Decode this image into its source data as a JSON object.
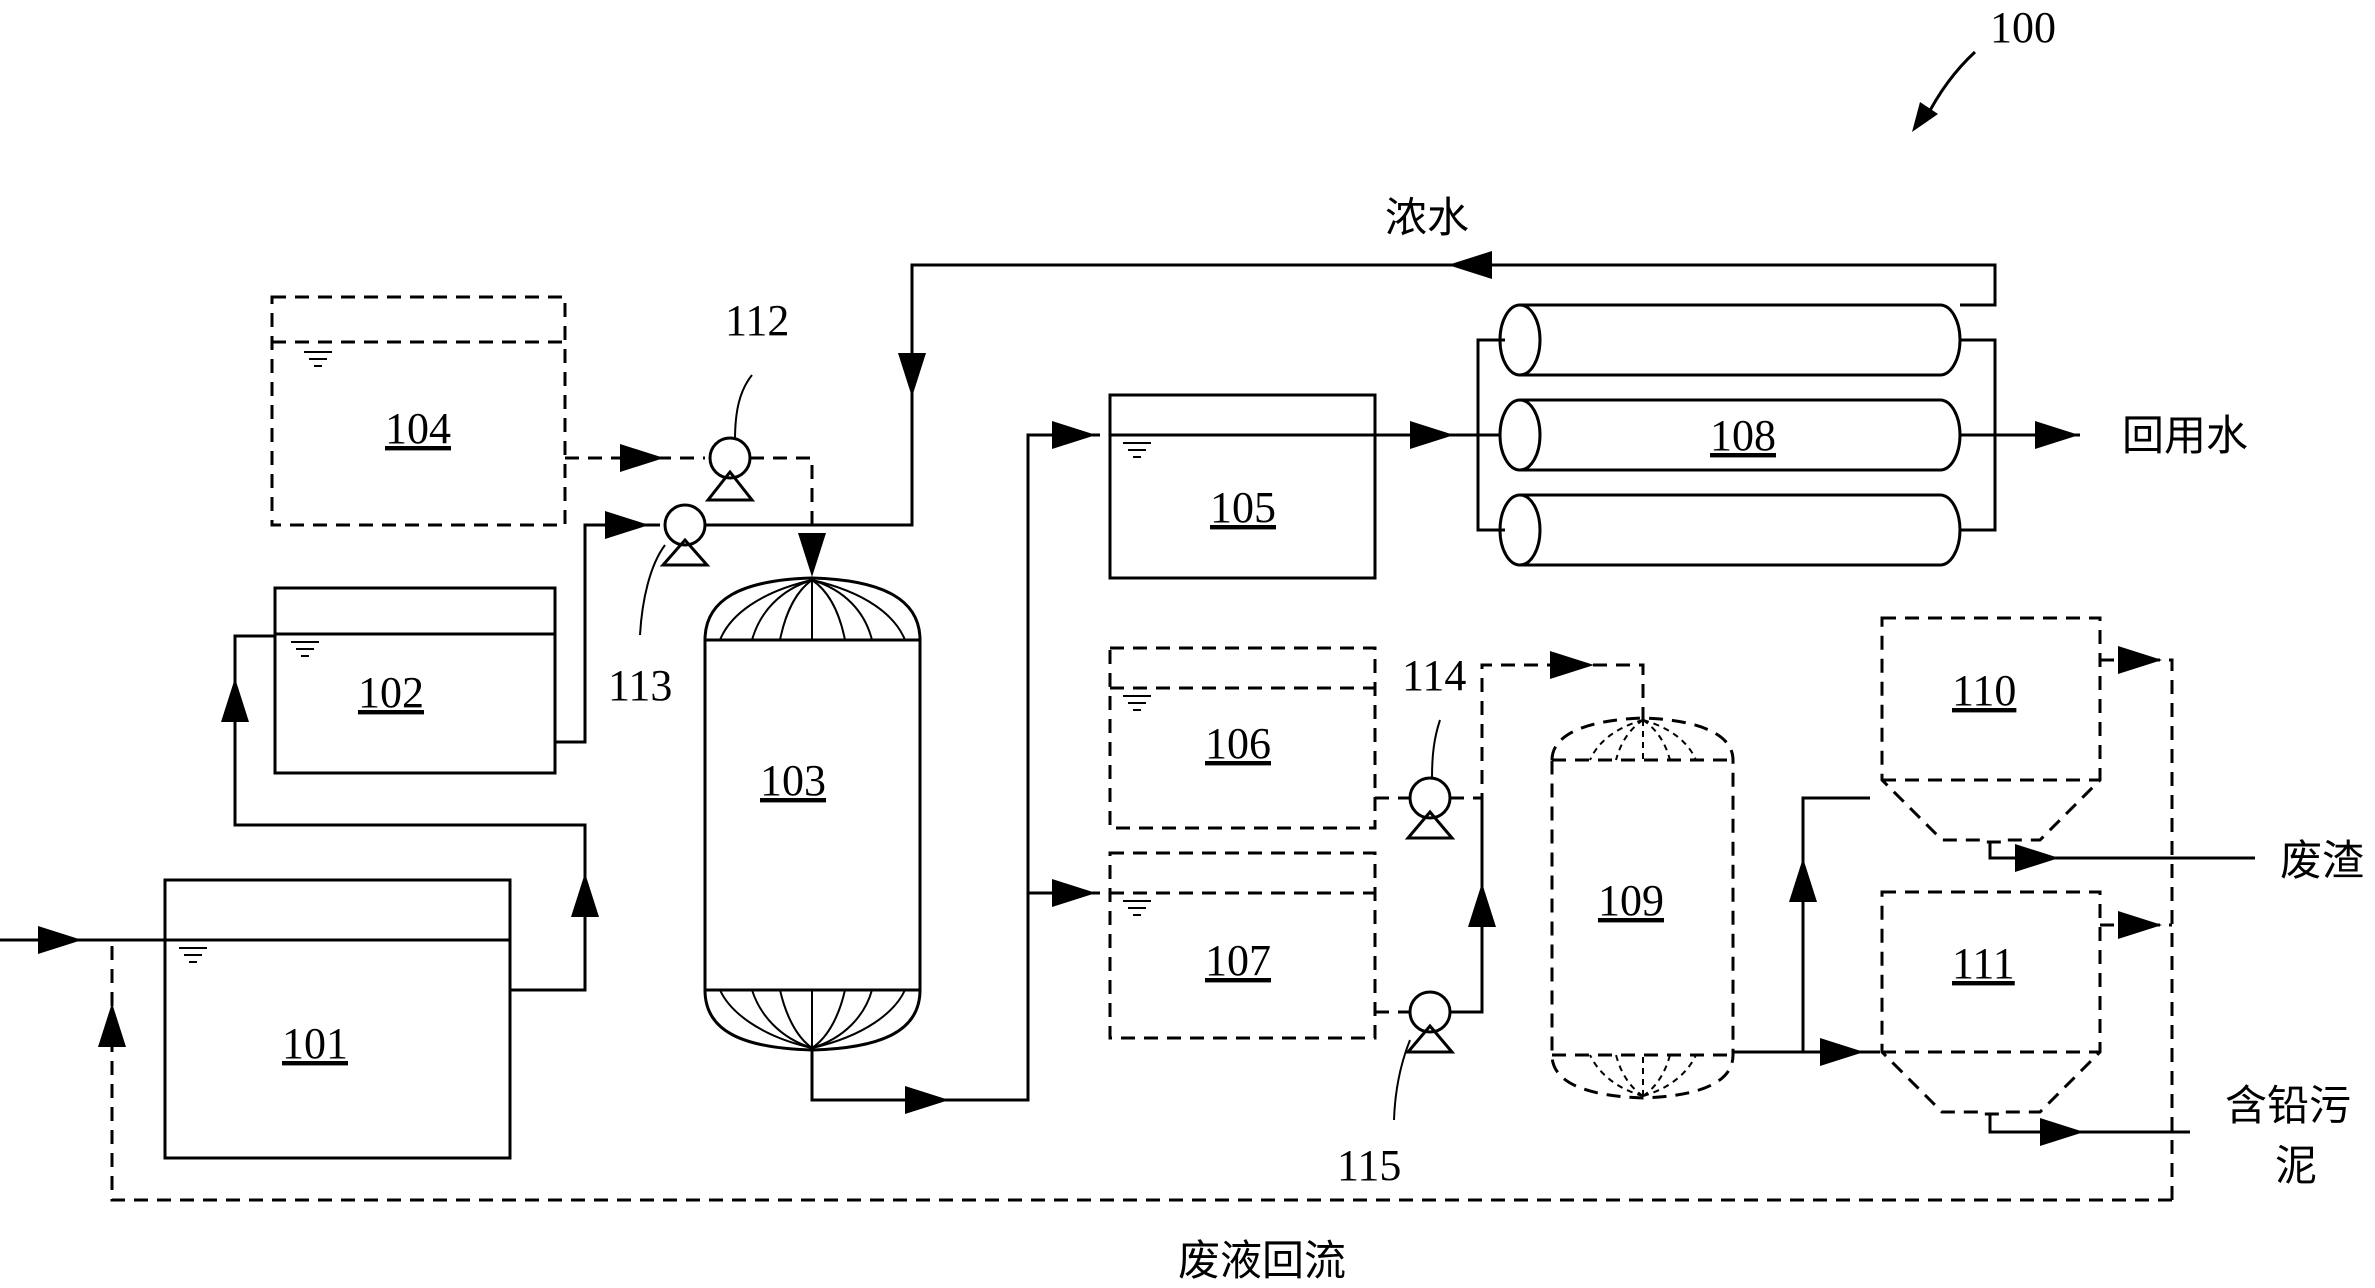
{
  "figure_number": "100",
  "components": {
    "c101": "101",
    "c102": "102",
    "c103": "103",
    "c104": "104",
    "c105": "105",
    "c106": "106",
    "c107": "107",
    "c108": "108",
    "c109": "109",
    "c110": "110",
    "c111": "111"
  },
  "pumps": {
    "p112": "112",
    "p113": "113",
    "p114": "114",
    "p115": "115"
  },
  "streams": {
    "concentrate": "浓水",
    "reclaimed_water": "回用水",
    "waste_residue": "废渣",
    "lead_sludge_line1": "含铅污",
    "lead_sludge_line2": "泥",
    "waste_recycle": "废液回流"
  }
}
